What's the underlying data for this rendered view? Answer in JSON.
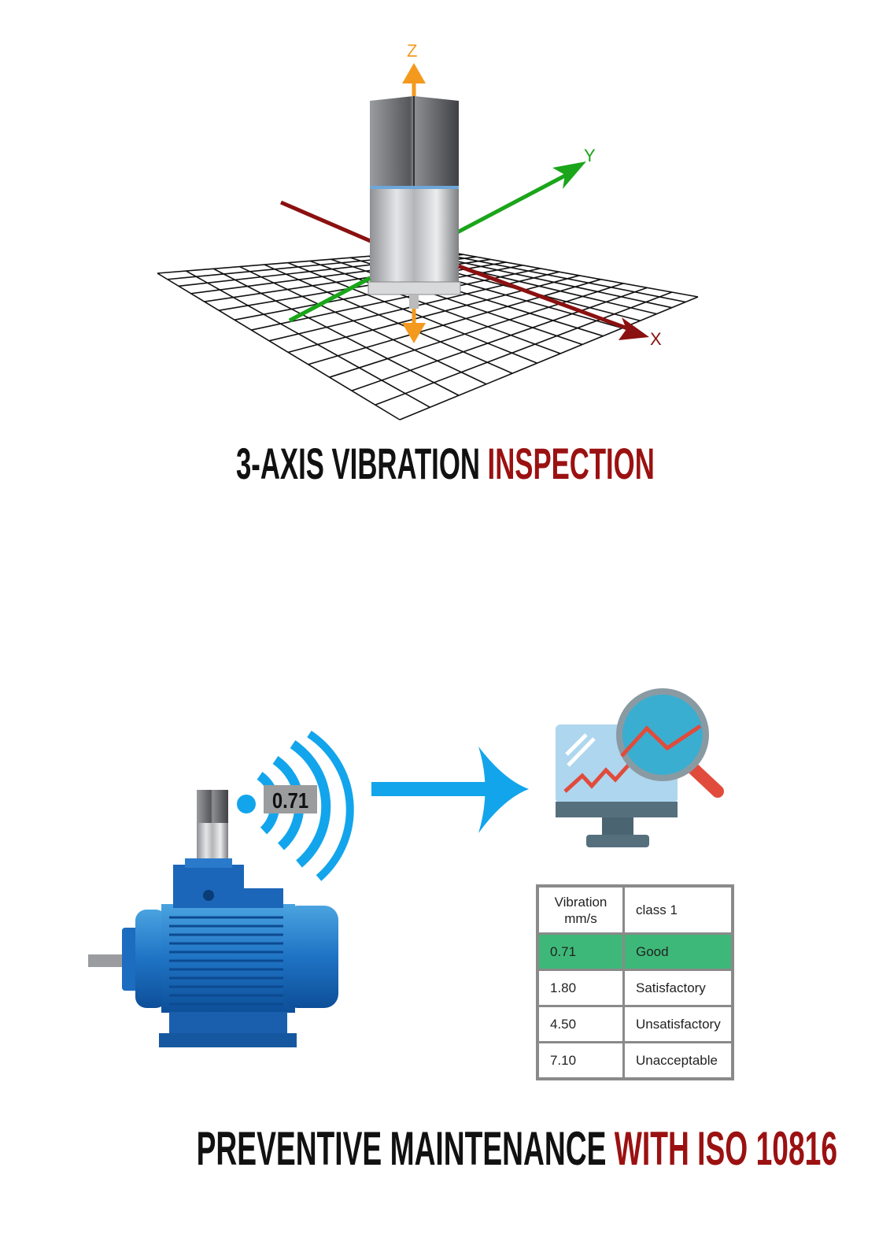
{
  "top_diagram": {
    "axis_labels": {
      "x": "X",
      "y": "Y",
      "z": "Z"
    },
    "colors": {
      "x_axis": "#8b1010",
      "y_axis": "#1aa51a",
      "z_axis": "#f39a1e"
    }
  },
  "title1": {
    "part1": "3-AXIS VIBRATION",
    "part2": "INSPECTION"
  },
  "sensor_reading": "0.71",
  "table": {
    "headers": [
      "Vibration\nmm/s",
      "class 1"
    ],
    "header_line1": "Vibration",
    "header_line2": "mm/s",
    "header_class": "class 1",
    "rows": [
      {
        "value": "0.71",
        "rating": "Good",
        "highlighted": true
      },
      {
        "value": "1.80",
        "rating": "Satisfactory",
        "highlighted": false
      },
      {
        "value": "4.50",
        "rating": "Unsatisfactory",
        "highlighted": false
      },
      {
        "value": "7.10",
        "rating": "Unacceptable",
        "highlighted": false
      }
    ],
    "highlight_color": "#3eb878"
  },
  "title2": {
    "part1": "PREVENTIVE MAINTENANCE",
    "part2": "WITH ISO 10816"
  }
}
